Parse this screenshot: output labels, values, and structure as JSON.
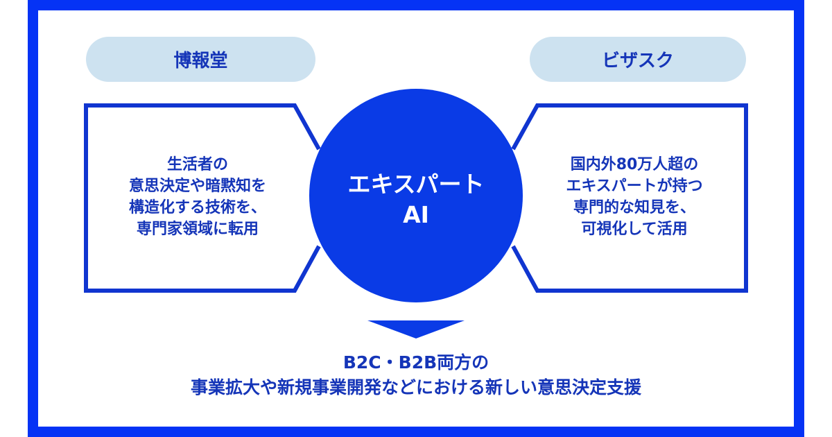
{
  "colors": {
    "frame": "#0533f5",
    "circle": "#0a3be6",
    "outline": "#1035d0",
    "pill": "#cde2f0",
    "text": "#1535b8"
  },
  "left": {
    "label": "博報堂",
    "lines": [
      "生活者の",
      "意思決定や暗黙知を",
      "構造化する技術を、",
      "専門家領域に転用"
    ]
  },
  "right": {
    "label": "ビザスク",
    "lines": [
      "国内外80万人超の",
      "エキスパートが持つ",
      "専門的な知見を、",
      "可視化して活用"
    ]
  },
  "center": {
    "lines": [
      "エキスパート",
      "AI"
    ]
  },
  "result": {
    "lines": [
      "B2C・B2B両方の",
      "事業拡大や新規事業開発などにおける新しい意思決定支援"
    ]
  }
}
